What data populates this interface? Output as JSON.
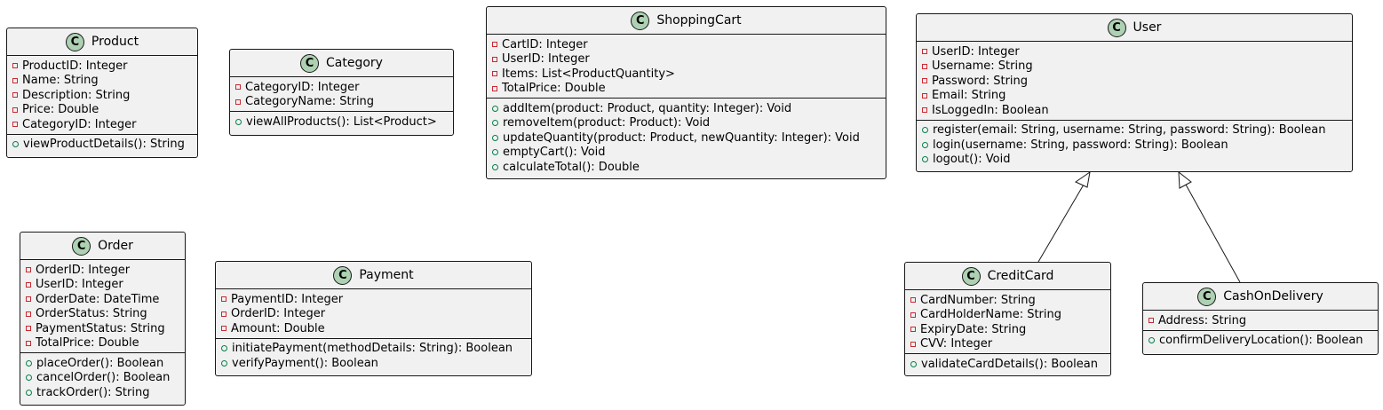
{
  "classes": {
    "product": {
      "stereotype": "C",
      "name": "Product",
      "attributes": [
        "ProductID: Integer",
        "Name: String",
        "Description: String",
        "Price: Double",
        "CategoryID: Integer"
      ],
      "methods": [
        "viewProductDetails(): String"
      ]
    },
    "category": {
      "stereotype": "C",
      "name": "Category",
      "attributes": [
        "CategoryID: Integer",
        "CategoryName: String"
      ],
      "methods": [
        "viewAllProducts(): List<Product>"
      ]
    },
    "shoppingcart": {
      "stereotype": "C",
      "name": "ShoppingCart",
      "attributes": [
        "CartID: Integer",
        "UserID: Integer",
        "Items: List<ProductQuantity>",
        "TotalPrice: Double"
      ],
      "methods": [
        "addItem(product: Product, quantity: Integer): Void",
        "removeItem(product: Product): Void",
        "updateQuantity(product: Product, newQuantity: Integer): Void",
        "emptyCart(): Void",
        "calculateTotal(): Double"
      ]
    },
    "user": {
      "stereotype": "C",
      "name": "User",
      "attributes": [
        "UserID: Integer",
        "Username: String",
        "Password: String",
        "Email: String",
        "IsLoggedIn: Boolean"
      ],
      "methods": [
        "register(email: String, username: String, password: String): Boolean",
        "login(username: String, password: String): Boolean",
        "logout(): Void"
      ]
    },
    "order": {
      "stereotype": "C",
      "name": "Order",
      "attributes": [
        "OrderID: Integer",
        "UserID: Integer",
        "OrderDate: DateTime",
        "OrderStatus: String",
        "PaymentStatus: String",
        "TotalPrice: Double"
      ],
      "methods": [
        "placeOrder(): Boolean",
        "cancelOrder(): Boolean",
        "trackOrder(): String"
      ]
    },
    "payment": {
      "stereotype": "C",
      "name": "Payment",
      "attributes": [
        "PaymentID: Integer",
        "OrderID: Integer",
        "Amount: Double"
      ],
      "methods": [
        "initiatePayment(methodDetails: String): Boolean",
        "verifyPayment(): Boolean"
      ]
    },
    "creditcard": {
      "stereotype": "C",
      "name": "CreditCard",
      "attributes": [
        "CardNumber: String",
        "CardHolderName: String",
        "ExpiryDate: String",
        "CVV: Integer"
      ],
      "methods": [
        "validateCardDetails(): Boolean"
      ]
    },
    "cashondelivery": {
      "stereotype": "C",
      "name": "CashOnDelivery",
      "attributes": [
        "Address: String"
      ],
      "methods": [
        "confirmDeliveryLocation(): Boolean"
      ]
    }
  },
  "relations": [
    {
      "type": "inheritance",
      "from": "CreditCard",
      "to": "User"
    },
    {
      "type": "inheritance",
      "from": "CashOnDelivery",
      "to": "User"
    }
  ]
}
